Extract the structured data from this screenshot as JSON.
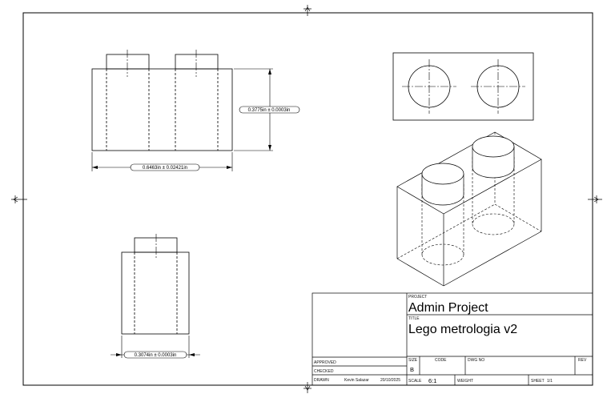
{
  "dimensions": {
    "width_tol": "0.6463in ± 0.02421in",
    "height_tol": "0.3775in ± 0.0003in",
    "side_width_tol": "0.3074in ± 0.0003in"
  },
  "title_block": {
    "project_label": "PROJECT",
    "project": "Admin Project",
    "title_label": "TITLE",
    "title": "Lego metrologia v2",
    "approved_label": "APPROVED",
    "checked_label": "CHECKED",
    "drawn_label": "DRAWN",
    "drawn_by": "Kevin Salazar",
    "drawn_date": "20/10/2025",
    "size_label": "SIZE",
    "size": "B",
    "code_label": "CODE",
    "dwg_no_label": "DWG NO",
    "rev_label": "REV",
    "scale_label": "SCALE",
    "scale": "6:1",
    "weight_label": "WEIGHT",
    "sheet_label": "SHEET",
    "sheet": "1/1"
  }
}
